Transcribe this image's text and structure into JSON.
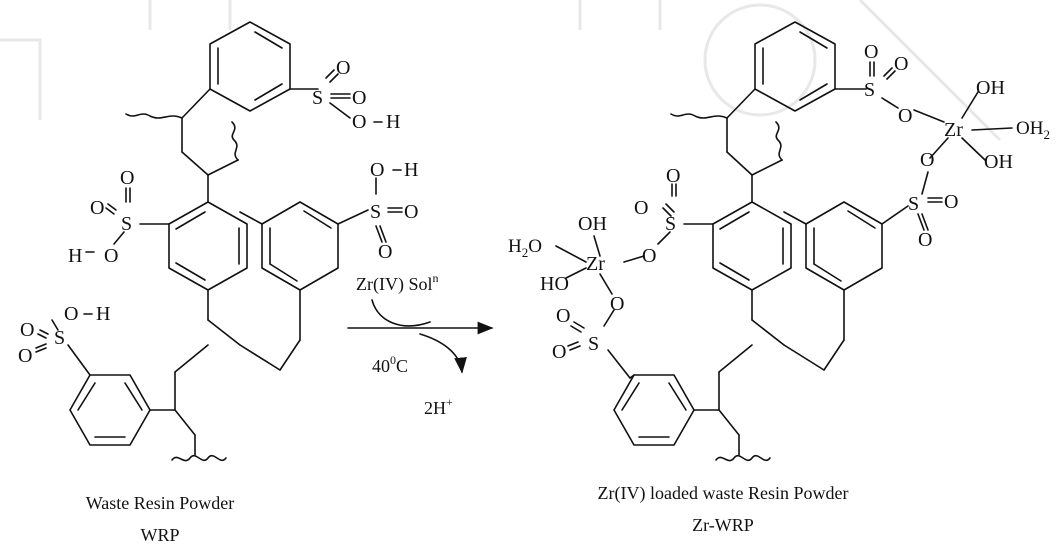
{
  "left_molecule": {
    "atoms": {
      "s_top": "S",
      "o_top1": "O",
      "o_top2": "O",
      "o_top_h": "O",
      "h_top": "H",
      "s_left": "S",
      "o_left1": "O",
      "o_left2": "O",
      "o_left_h": "O",
      "h_left": "H",
      "s_mid": "S",
      "o_mid1": "O",
      "o_mid2": "O",
      "o_mid_h": "O",
      "h_mid": "H",
      "s_bottom": "S",
      "o_bottom1": "O",
      "o_bottom2": "O",
      "o_bottom_h": "O",
      "h_bottom": "H"
    },
    "name": "Waste Resin Powder",
    "abbr": "WRP"
  },
  "arrow": {
    "reagent": "Zr(IV) Sol",
    "reagent_sup": "n",
    "temperature": "40",
    "temperature_sup": "0",
    "temperature_unit": "C",
    "byproduct": "2H",
    "byproduct_sup": "+"
  },
  "right_molecule": {
    "atoms": {
      "s_top": "S",
      "o_top1": "O",
      "o_top2": "O",
      "o_top_link": "O",
      "zr_top": "Zr",
      "oh_top1": "OH",
      "oh2_top": "OH",
      "oh2_top_sub": "2",
      "oh_top2": "OH",
      "o_top_link2": "O",
      "s_right": "S",
      "o_right1": "O",
      "o_right2": "O",
      "s_left": "S",
      "o_left1": "O",
      "o_left2": "O",
      "o_left_link": "O",
      "zr_left": "Zr",
      "oh_left1": "OH",
      "h2o_left": "H",
      "h2o_left_sub": "2",
      "h2o_left_o": "O",
      "ho_left": "HO",
      "o_left_link2": "O",
      "s_bottom": "S",
      "o_bottom1": "O",
      "o_bottom2": "O"
    },
    "name": "Zr(IV) loaded waste Resin Powder",
    "abbr": "Zr-WRP"
  }
}
